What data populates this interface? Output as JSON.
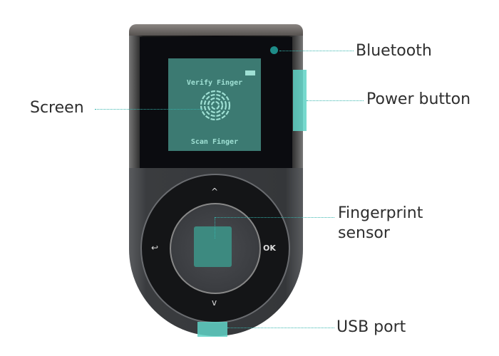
{
  "labels": {
    "bluetooth": "Bluetooth",
    "power": "Power button",
    "screen": "Screen",
    "fingerprint_line1": "Fingerprint",
    "fingerprint_line2": "sensor",
    "usb": "USB port"
  },
  "screen": {
    "title": "Verify Finger",
    "prompt": "Scan Finger"
  },
  "keys": {
    "up": "^",
    "down": "v",
    "back": "↩",
    "ok": "OK"
  },
  "colors": {
    "accent": "#35b5ad",
    "lcd": "#3c7a72",
    "body": "#3a3c3f"
  }
}
